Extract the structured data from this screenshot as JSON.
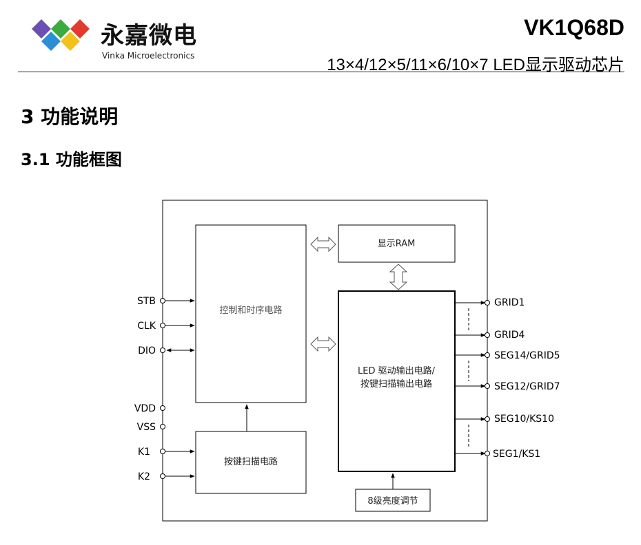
{
  "header": {
    "company_name": "永嘉微电",
    "company_en": "Vinka Microelectronics",
    "part_number": "VK1Q68D",
    "subtitle": "13×4/12×5/11×6/10×7  LED显示驱动芯片"
  },
  "section": {
    "heading": "3   功能说明",
    "subheading": "3.1  功能框图"
  },
  "diagram": {
    "blocks": {
      "control": "控制和时序电路",
      "ram": "显示RAM",
      "driver_line1": "LED 驱动输出电路/",
      "driver_line2": "按键扫描输出电路",
      "keyscan": "按键扫描电路",
      "brightness": "8级亮度调节"
    },
    "left_pins": [
      "STB",
      "CLK",
      "DIO",
      "VDD",
      "VSS",
      "K1",
      "K2"
    ],
    "right_pins": [
      "GRID1",
      "GRID4",
      "SEG14/GRID5",
      "SEG12/GRID7",
      "SEG10/KS10",
      "SEG1/KS1"
    ]
  },
  "colors": {
    "logo_red": "#e23a2e",
    "logo_green": "#3aab3f",
    "logo_purple": "#6b4fb3",
    "logo_blue": "#2c8fd6",
    "logo_yellow": "#f2c21b"
  }
}
